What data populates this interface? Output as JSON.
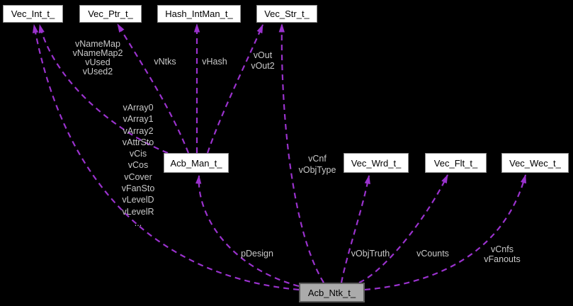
{
  "diagram": {
    "kind": "collaboration-graph",
    "nodes": [
      {
        "id": "vec-int",
        "label": "Vec_Int_t_",
        "current": false
      },
      {
        "id": "vec-ptr",
        "label": "Vec_Ptr_t_",
        "current": false
      },
      {
        "id": "hash",
        "label": "Hash_IntMan_t_",
        "current": false
      },
      {
        "id": "vec-str",
        "label": "Vec_Str_t_",
        "current": false
      },
      {
        "id": "acb-man",
        "label": "Acb_Man_t_",
        "current": false
      },
      {
        "id": "vec-wrd",
        "label": "Vec_Wrd_t_",
        "current": false
      },
      {
        "id": "vec-flt",
        "label": "Vec_Flt_t_",
        "current": false
      },
      {
        "id": "vec-wec",
        "label": "Vec_Wec_t_",
        "current": false
      },
      {
        "id": "acb-ntk",
        "label": "Acb_Ntk_t_",
        "current": true
      }
    ],
    "edges": [
      {
        "from": "Acb_Man_t_",
        "to": "Vec_Int_t_",
        "label": "vNameMap\nvNameMap2\nvUsed\nvUsed2"
      },
      {
        "from": "Acb_Man_t_",
        "to": "Vec_Ptr_t_",
        "label": "vNtks"
      },
      {
        "from": "Acb_Man_t_",
        "to": "Hash_IntMan_t_",
        "label": "vHash"
      },
      {
        "from": "Acb_Man_t_",
        "to": "Vec_Str_t_",
        "label": "vOut\nvOut2"
      },
      {
        "from": "Acb_Ntk_t_",
        "to": "Vec_Int_t_",
        "label": "vArray0\nvArray1\nvArray2\nvAttrSto\nvCis\nvCos\nvCover\nvFanSto\nvLevelD\nvLevelR\n..."
      },
      {
        "from": "Acb_Ntk_t_",
        "to": "Vec_Str_t_",
        "label": "vCnf\nvObjType"
      },
      {
        "from": "Acb_Ntk_t_",
        "to": "Acb_Man_t_",
        "label": "pDesign"
      },
      {
        "from": "Acb_Ntk_t_",
        "to": "Vec_Wrd_t_",
        "label": "vObjTruth"
      },
      {
        "from": "Acb_Ntk_t_",
        "to": "Vec_Flt_t_",
        "label": "vCounts"
      },
      {
        "from": "Acb_Ntk_t_",
        "to": "Vec_Wec_t_",
        "label": "vCnfs\nvFanouts"
      }
    ],
    "colors": {
      "background": "#000000",
      "edge": "#9a32cd",
      "edge_label_text": "#c9c9c9",
      "node_fill": "#ffffff",
      "node_border": "#8f8f8f",
      "node_text": "#000000",
      "current_node_fill": "#ababab",
      "current_node_border": "#5c5c5c"
    }
  }
}
